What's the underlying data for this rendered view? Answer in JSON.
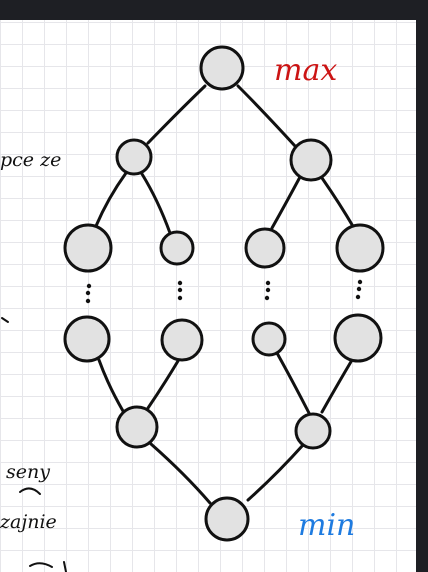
{
  "labels": {
    "top": "max",
    "bottom": "min",
    "top_color": "#cc1414",
    "bottom_color": "#1e7be0"
  },
  "margin_text": [
    "pce ze",
    "seny",
    "zajnie"
  ],
  "colors": {
    "node_fill": "#e2e2e2",
    "stroke": "#111111",
    "frame": "#1e1f24"
  }
}
